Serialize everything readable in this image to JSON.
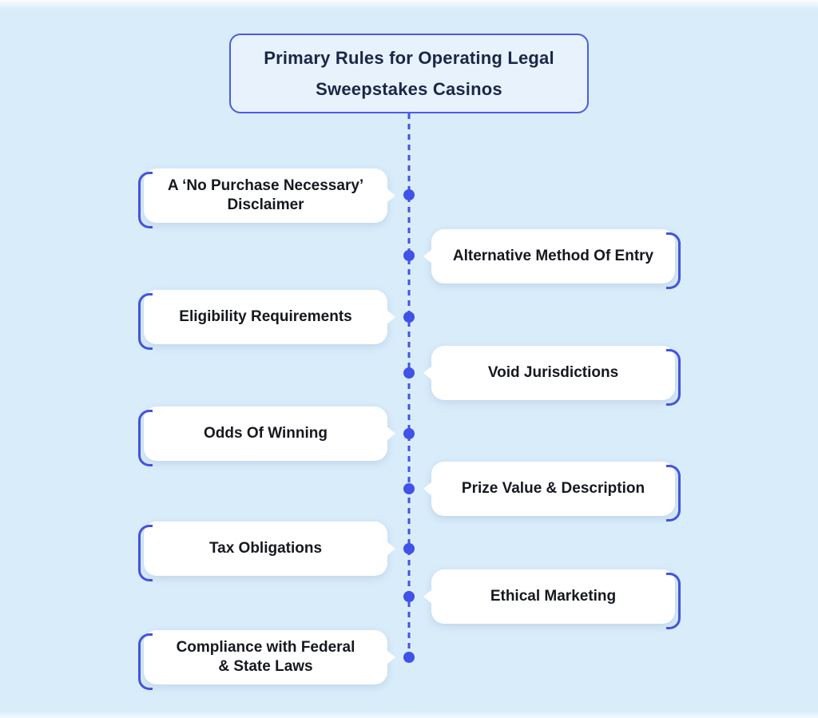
{
  "title": {
    "lines": [
      "Primary Rules for Operating Legal",
      "Sweepstakes Casinos"
    ]
  },
  "items": [
    {
      "label": "A ‘No Purchase Necessary’\nDisclaimer",
      "side": "left"
    },
    {
      "label": "Alternative Method Of Entry",
      "side": "right"
    },
    {
      "label": "Eligibility Requirements",
      "side": "left"
    },
    {
      "label": "Void Jurisdictions",
      "side": "right"
    },
    {
      "label": "Odds Of Winning",
      "side": "left"
    },
    {
      "label": "Prize Value & Description",
      "side": "right"
    },
    {
      "label": "Tax Obligations",
      "side": "left"
    },
    {
      "label": "Ethical Marketing",
      "side": "right"
    },
    {
      "label": "Compliance with Federal\n& State Laws",
      "side": "left"
    }
  ],
  "colors": {
    "background": "#d9ecfa",
    "accent_indigo": "#4355e2",
    "title_border": "#4a5ce4",
    "title_background": "#e7f2fd",
    "card_background": "#ffffff",
    "title_text": "#1a2747",
    "card_text": "#15181f",
    "dot": "#4052e8"
  }
}
